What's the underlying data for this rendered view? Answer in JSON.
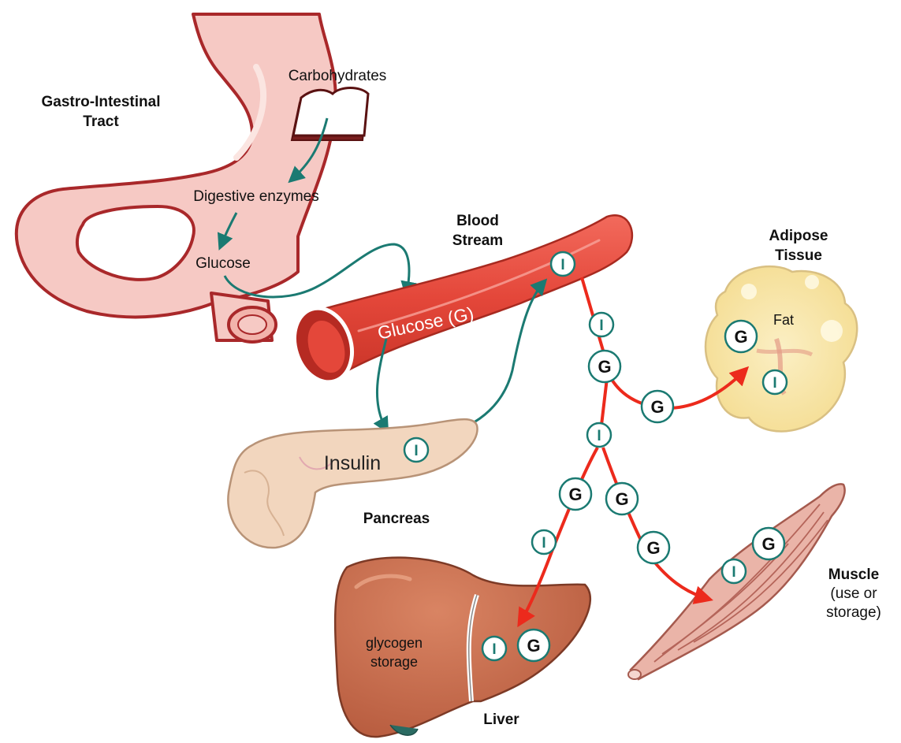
{
  "labels": {
    "gi_tract": [
      "Gastro-Intestinal",
      "Tract"
    ],
    "carbohydrates": "Carbohydrates",
    "digestive_enzymes": "Digestive enzymes",
    "glucose": "Glucose",
    "blood_stream": [
      "Blood",
      "Stream"
    ],
    "glucose_g": "Glucose (G)",
    "adipose_tissue": [
      "Adipose",
      "Tissue"
    ],
    "fat": "Fat",
    "insulin": "Insulin",
    "pancreas": "Pancreas",
    "glycogen_storage": [
      "glycogen",
      "storage"
    ],
    "liver": "Liver",
    "muscle": [
      "Muscle",
      "(use or",
      "storage)"
    ]
  },
  "tokens": {
    "glucose_symbol": "G",
    "insulin_symbol": "I"
  },
  "colors": {
    "stomach_fill": "#f6c9c4",
    "stomach_outline": "#a9282a",
    "vessel": "#e8483b",
    "vessel_dark": "#b82a22",
    "red_arrow": "#ec2a1c",
    "teal_arrow": "#1b7a72",
    "liver": "#c76c4d",
    "adipose": "#f9e7ab",
    "pancreas": "#f2d6be",
    "muscle": "#eab4a8"
  }
}
